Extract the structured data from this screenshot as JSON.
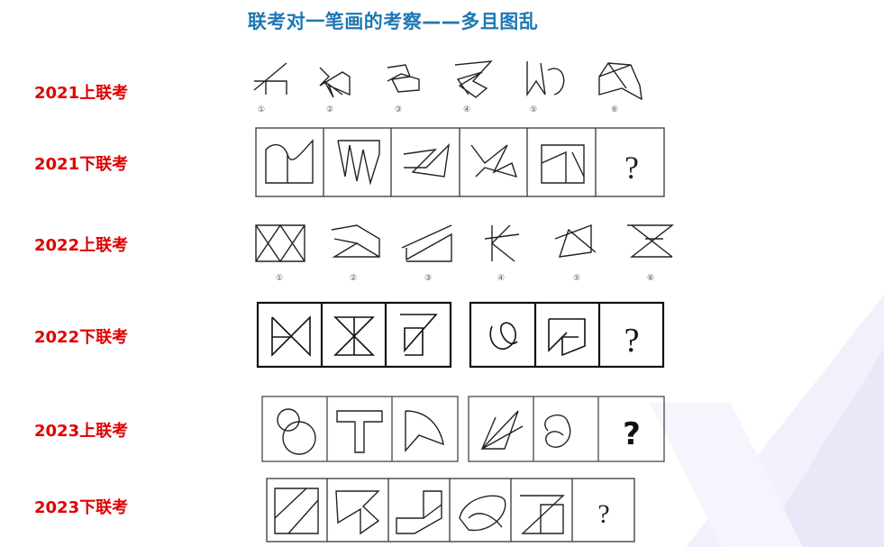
{
  "title": "联考对一笔画的考察——多且图乱",
  "rows": [
    {
      "label": "2021上联考",
      "numbers": [
        "①",
        "②",
        "③",
        "④",
        "⑤",
        "⑥"
      ]
    },
    {
      "label": "2021下联考",
      "question": "?"
    },
    {
      "label": "2022上联考",
      "numbers": [
        "①",
        "②",
        "③",
        "④",
        "⑤",
        "⑥"
      ]
    },
    {
      "label": "2022下联考",
      "question": "?"
    },
    {
      "label": "2023上联考",
      "question": "?"
    },
    {
      "label": "2023下联考",
      "question": "?"
    }
  ]
}
